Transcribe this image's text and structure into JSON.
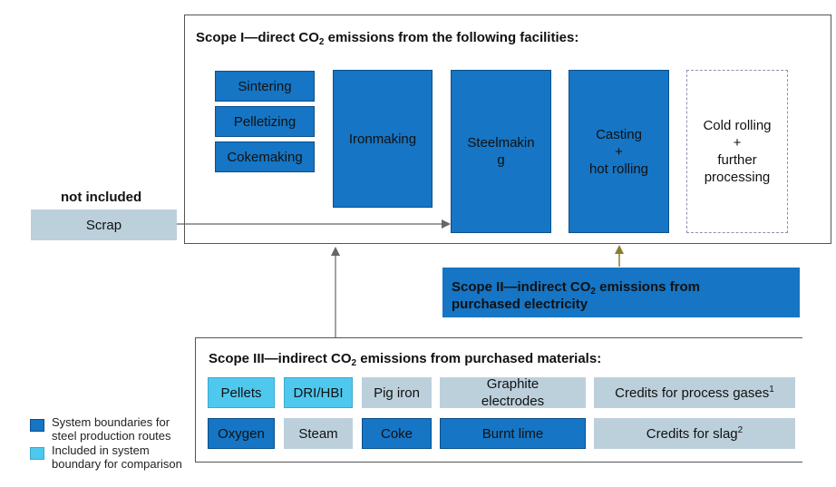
{
  "scope1": {
    "title_pre": "Scope I—direct CO",
    "title_sub": "2",
    "title_post": " emissions from the following facilities:",
    "facilities": {
      "sintering": "Sintering",
      "pelletizing": "Pelletizing",
      "cokemaking": "Cokemaking",
      "ironmaking": "Ironmaking",
      "steelmaking_l1": "Steelmakin",
      "steelmaking_l2": "g",
      "casting_l1": "Casting",
      "casting_l2": "+",
      "casting_l3": "hot rolling",
      "cold_l1": "Cold rolling",
      "cold_l2": "+",
      "cold_l3": "further",
      "cold_l4": "processing"
    }
  },
  "not_included": {
    "label": "not included",
    "scrap": "Scrap"
  },
  "scope2": {
    "line1_pre": "Scope II—indirect CO",
    "line1_sub": "2",
    "line1_post": " emissions from",
    "line2": "purchased electricity"
  },
  "scope3": {
    "title_pre": "Scope III—indirect CO",
    "title_sub": "2",
    "title_post": " emissions from purchased materials:",
    "materials": {
      "pellets": "Pellets",
      "dri_hbi": "DRI/HBI",
      "pig_iron": "Pig iron",
      "graphite_l1": "Graphite",
      "graphite_l2": "electrodes",
      "credits_gases": "Credits for process gases",
      "credits_gases_sup": "1",
      "oxygen": "Oxygen",
      "steam": "Steam",
      "coke": "Coke",
      "burnt_lime": "Burnt lime",
      "credits_slag": "Credits for slag",
      "credits_slag_sup": "2"
    }
  },
  "legend": {
    "item1_l1": "System boundaries for",
    "item1_l2": "steel production routes",
    "item2_l1": "Included in system",
    "item2_l2": "boundary for comparison"
  },
  "colors": {
    "system_boundary": "#1675c4",
    "comparison": "#4fc8ee",
    "not_included": "#bcd0dc"
  }
}
